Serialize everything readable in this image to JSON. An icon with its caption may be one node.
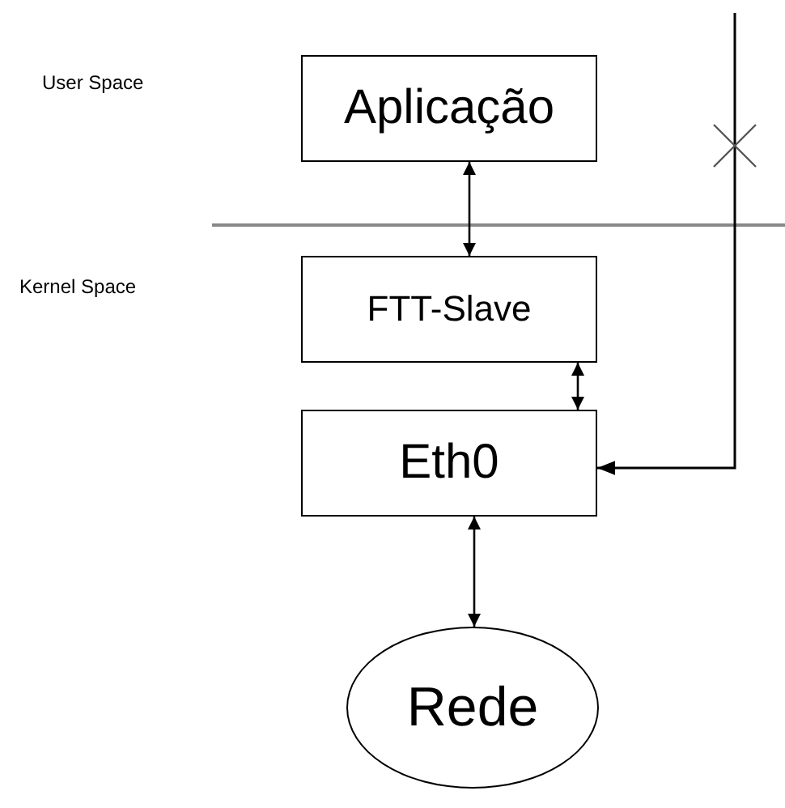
{
  "diagram": {
    "nodes": [
      {
        "text": [
          "Aplicação"
        ]
      },
      {
        "text": [
          "FTT-Slave"
        ]
      },
      {
        "text": [
          "Eth0"
        ]
      },
      {
        "text": [
          "Rede"
        ]
      }
    ],
    "edges": [
      {
        "from": 0,
        "to": 1,
        "arrow": "both"
      },
      {
        "from": 1,
        "to": 2,
        "arrow": "both"
      },
      {
        "from": 2,
        "to": 3,
        "arrow": "both"
      },
      {
        "from": null,
        "to": 2,
        "arrow": "to"
      }
    ],
    "labels": [
      "User Space",
      "Kernel Space"
    ]
  }
}
